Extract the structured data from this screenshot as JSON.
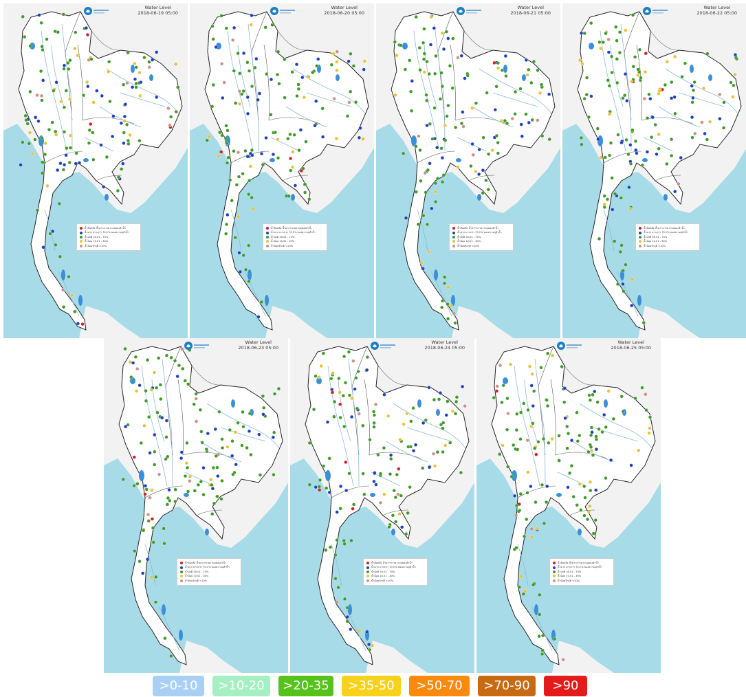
{
  "panels": [
    {
      "title": "Water Level",
      "date": "2018-06-19 05:00"
    },
    {
      "title": "Water Level",
      "date": "2018-06-20 05:00"
    },
    {
      "title": "Water Level",
      "date": "2018-06-21 05:00"
    },
    {
      "title": "Water Level",
      "date": "2018-06-22 05:00"
    },
    {
      "title": "Water Level",
      "date": "2018-06-23 05:00"
    },
    {
      "title": "Water Level",
      "date": "2018-06-24 05:00"
    },
    {
      "title": "Water Level",
      "date": "2018-06-25 05:00"
    }
  ],
  "map_legend": [
    {
      "color": "#d21f26",
      "label": "น้ำล้นตลิ่ง น้ำมากกว่าความจุของลำน้ำ"
    },
    {
      "color": "#1f3fbf",
      "label": "น้ำมาก มากกว่า 70.1% ของความจุลำน้ำ"
    },
    {
      "color": "#3f9a2a",
      "label": "น้ำปกติ 30.01 - 70%"
    },
    {
      "color": "#e8c23a",
      "label": "น้ำน้อย 10.01 - 30%"
    },
    {
      "color": "#c8928a",
      "label": "น้ำน้อยวิกฤติ <10%"
    }
  ],
  "scale": [
    {
      "label": ">0-10",
      "color": "#a8d0f5"
    },
    {
      "label": ">10-20",
      "color": "#a6efc2"
    },
    {
      "label": ">20-35",
      "color": "#56c21b"
    },
    {
      "label": ">35-50",
      "color": "#f7d11a"
    },
    {
      "label": ">50-70",
      "color": "#f98a0b"
    },
    {
      "label": ">70-90",
      "color": "#c86a12"
    },
    {
      "label": ">90",
      "color": "#e51a1a"
    }
  ],
  "colors": {
    "sea": "#a8dbe8",
    "land": "#f2f2f2",
    "thailand": "#ffffff",
    "border": "#222222",
    "river": "#8bbad6"
  }
}
